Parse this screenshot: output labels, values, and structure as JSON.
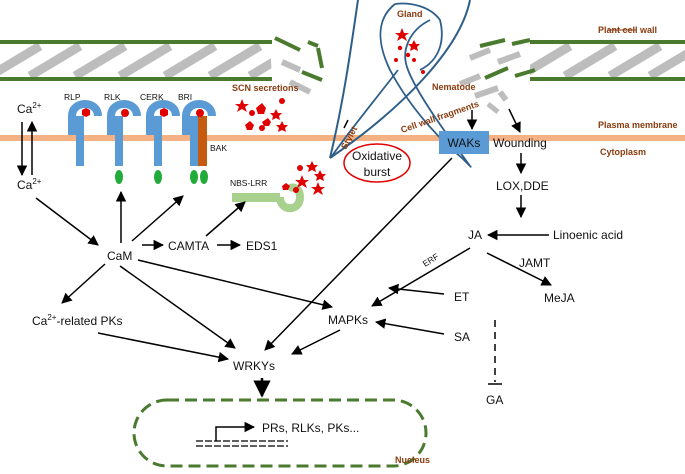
{
  "labels": {
    "plant_cell_wall": "Plant cell wall",
    "plasma_membrane": "Plasma membrane",
    "cytoplasm": "Cytoplasm",
    "gland": "Gland",
    "nematode": "Nematode",
    "stylet": "Stylet",
    "scn_secretions": "SCN secretions",
    "cell_wall_fragments": "Cell wall fragments",
    "oxidative_burst_1": "Oxidative",
    "oxidative_burst_2": "burst",
    "ca_top": "Ca",
    "ca_bottom": "Ca",
    "ca_sup": "2+",
    "rlp": "RLP",
    "rlk": "RLK",
    "cerk": "CERK",
    "bri": "BRI",
    "bak": "BAK",
    "nbs_lrr": "NBS-LRR",
    "waks": "WAKs",
    "wounding": "Wounding",
    "lox_dde": "LOX,DDE",
    "linoenic_acid": "Linoenic acid",
    "ja": "JA",
    "jamt": "JAMT",
    "meja": "MeJA",
    "erf": "ERF",
    "et": "ET",
    "sa": "SA",
    "ga": "GA",
    "cam": "CaM",
    "camta": "CAMTA",
    "eds1": "EDS1",
    "ca_pks_prefix": "Ca",
    "ca_pks_suffix": "-related PKs",
    "mapks": "MAPKs",
    "wrkys": "WRKYs",
    "genes": "PRs, RLKs, PKs...",
    "nucleus": "Nucleus"
  },
  "colors": {
    "cell_wall_green": "#4a7a2e",
    "cell_wall_grey": "#bdbdbd",
    "membrane": "#f4b183",
    "receptor_blue": "#5b9bd5",
    "red": "#e00000",
    "bak_brown": "#c55a11",
    "kinase_green": "#22aa3a",
    "nbs_green": "#a9d18e",
    "nematode_blue": "#2e5f8a",
    "label_brown": "#8a3b0e"
  }
}
